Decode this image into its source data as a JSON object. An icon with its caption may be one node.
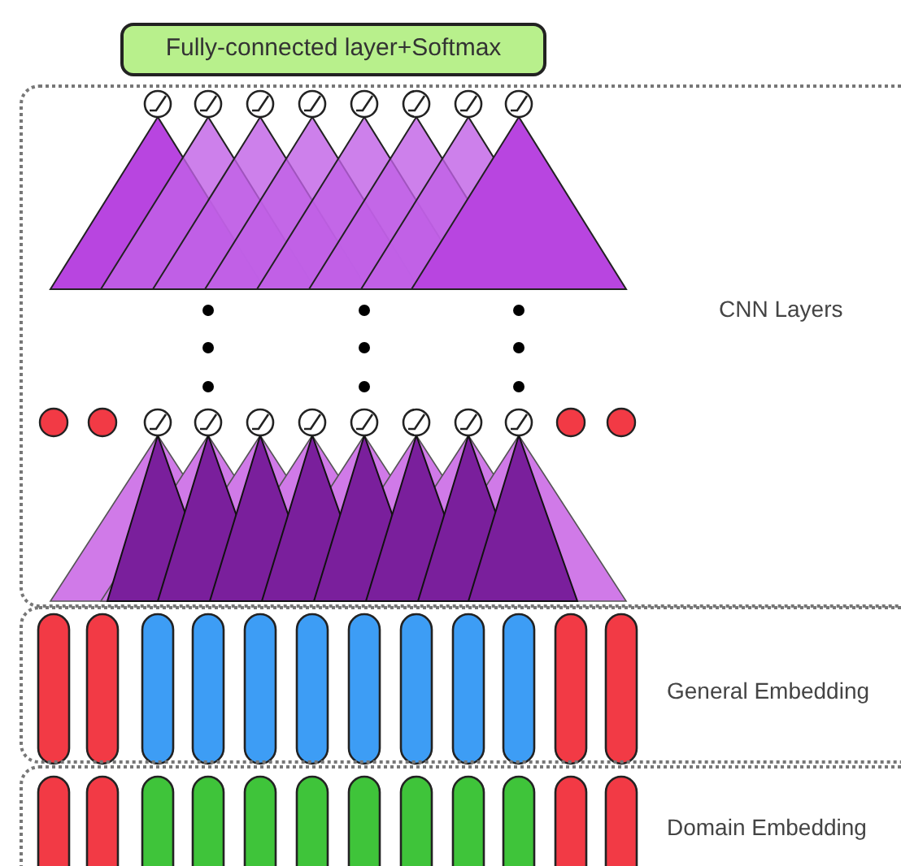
{
  "diagram": {
    "nodes": [
      {
        "text": [
          "Fully-connected layer+Softmax"
        ]
      },
      {
        "text": [
          "CNN Layers"
        ]
      },
      {
        "text": [
          "General Embedding"
        ]
      },
      {
        "text": [
          "Domain Embedding"
        ]
      }
    ]
  }
}
